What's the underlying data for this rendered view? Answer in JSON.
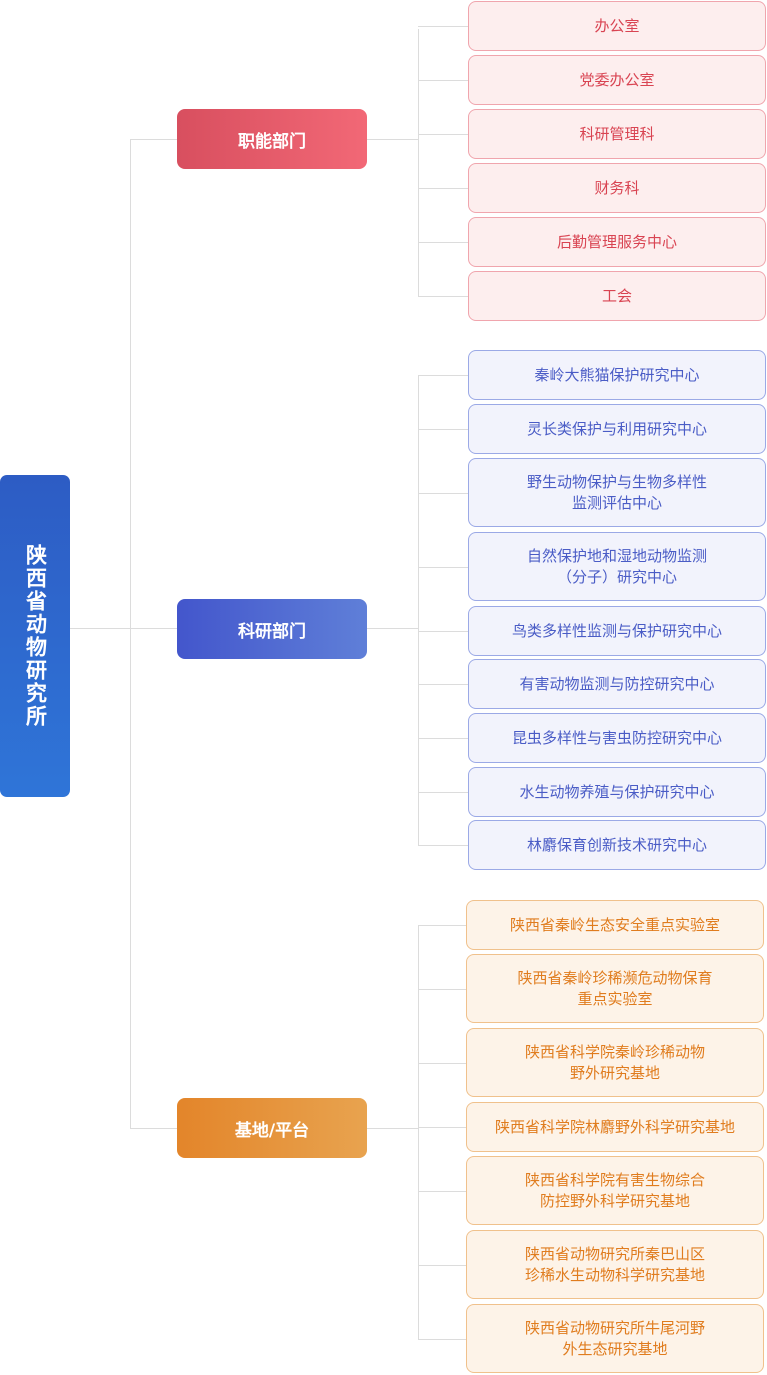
{
  "root": {
    "label": "陕西省动物研究所"
  },
  "colors": {
    "red": "#d94452",
    "blue": "#4a5cc6",
    "orange": "#e07c1e",
    "root": "#2f6ad0"
  },
  "categories": [
    {
      "label": "职能部门",
      "items": [
        "办公室",
        "党委办公室",
        "科研管理科",
        "财务科",
        "后勤管理服务中心",
        "工会"
      ]
    },
    {
      "label": "科研部门",
      "items": [
        "秦岭大熊猫保护研究中心",
        "灵长类保护与利用研究中心",
        "野生动物保护与生物多样性\n监测评估中心",
        "自然保护地和湿地动物监测\n（分子）研究中心",
        "鸟类多样性监测与保护研究中心",
        "有害动物监测与防控研究中心",
        "昆虫多样性与害虫防控研究中心",
        "水生动物养殖与保护研究中心",
        "林麝保育创新技术研究中心"
      ]
    },
    {
      "label": "基地/平台",
      "items": [
        "陕西省秦岭生态安全重点实验室",
        "陕西省秦岭珍稀濒危动物保育\n重点实验室",
        "陕西省科学院秦岭珍稀动物\n野外研究基地",
        "陕西省科学院林麝野外科学研究基地",
        "陕西省科学院有害生物综合\n防控野外科学研究基地",
        "陕西省动物研究所秦巴山区\n珍稀水生动物科学研究基地",
        "陕西省动物研究所牛尾河野\n外生态研究基地"
      ]
    }
  ]
}
